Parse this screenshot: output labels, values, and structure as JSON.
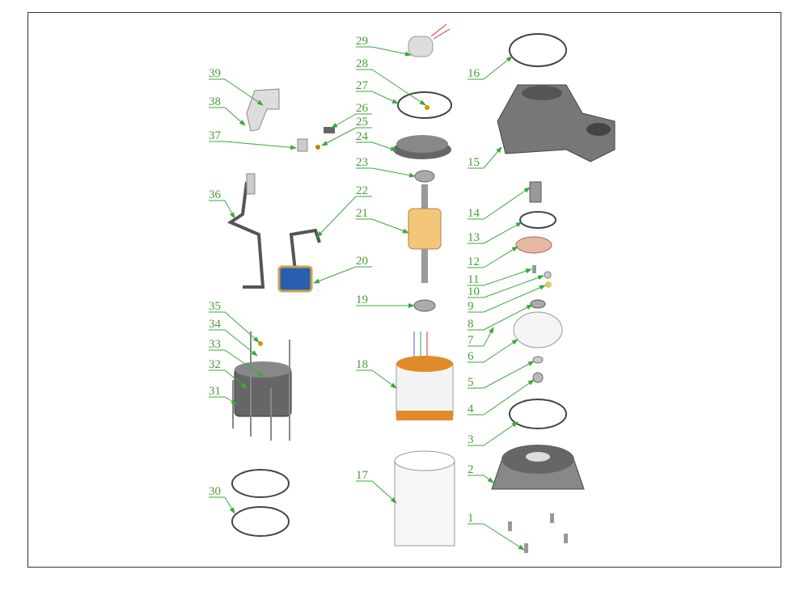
{
  "labels": [
    "1",
    "2",
    "3",
    "4",
    "5",
    "6",
    "7",
    "8",
    "9",
    "10",
    "11",
    "12",
    "13",
    "14",
    "15",
    "16",
    "17",
    "18",
    "19",
    "20",
    "21",
    "22",
    "23",
    "24",
    "25",
    "26",
    "27",
    "28",
    "29",
    "30",
    "31",
    "32",
    "33",
    "34",
    "35",
    "36",
    "37",
    "38",
    "39"
  ],
  "colors": {
    "leader": "#3aa83a",
    "label": "#4a9a3a",
    "part": "#8a8a8a",
    "dark": "#555555",
    "copper": "#e08a2a",
    "rotor": "#f2c77a",
    "blue": "#2a5fb0"
  }
}
